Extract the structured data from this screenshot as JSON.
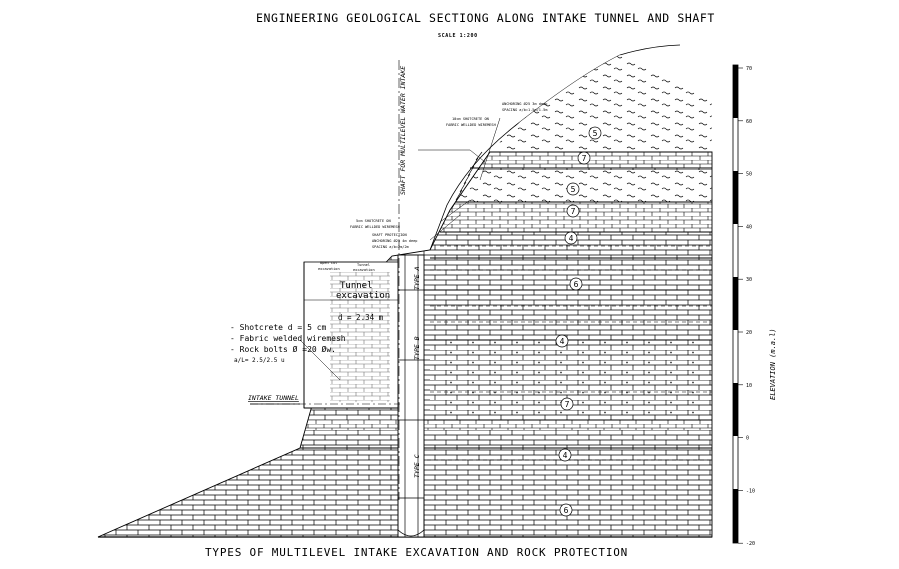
{
  "title": "ENGINEERING GEOLOGICAL SECTIONG ALONG INTAKE TUNNEL AND SHAFT",
  "scale": "SCALE 1:200",
  "subtitle": "TYPES OF MULTILEVEL INTAKE EXCAVATION AND ROCK PROTECTION",
  "shaft_label": "SHAFT FOR MULTILEVEL WATER INTAKE",
  "elevation_axis": {
    "label": "ELEVATION (m.a.l)",
    "ticks": [
      "70",
      "60",
      "50",
      "40",
      "30",
      "20",
      "10",
      "0",
      "-10",
      "-20"
    ]
  },
  "tunnel": {
    "label_line1": "Tunnel",
    "label_line2": "excavation",
    "dim": "d = 2.34 m"
  },
  "protection_notes": [
    "- Shotcrete d = 5 cm",
    "- Fabric welded wiremesh",
    "- Rock bolts Ø =20 Øw.",
    "a/L= 2.5/2.5 u"
  ],
  "intake_tunnel_label": "INTAKE TUNNEL",
  "shaft_types": [
    "TYPE A",
    "TYPE B",
    "TYPE C"
  ],
  "layer_markers": [
    "5",
    "7",
    "5",
    "7",
    "4",
    "6",
    "4",
    "7",
    "4",
    "6"
  ],
  "small_notes": {
    "anchoring": "ANCHORING Ø25 3m deep",
    "anchoring_spacing": "SPACING a/b=1.5m/1.5m",
    "shotcrete_top": "10cm SHOTCRETE ON",
    "shotcrete_top2": "FABRIC WELLDED WIREMESH",
    "shotcrete_mid": "5cm SHOTCRETE ON",
    "shotcrete_mid2": "FABRIC WELLDED WIREMESH",
    "shaft_protection": "SHAFT PROTECTION",
    "shaft_anchoring": "ANCHORING Ø25 4m deep",
    "shaft_spacing": "SPACING a/b=2m/2m",
    "open_cut": "Open cut",
    "open_cut2": "excavation",
    "tunnel_small": "Tunnel",
    "tunnel_small2": "excavation"
  }
}
